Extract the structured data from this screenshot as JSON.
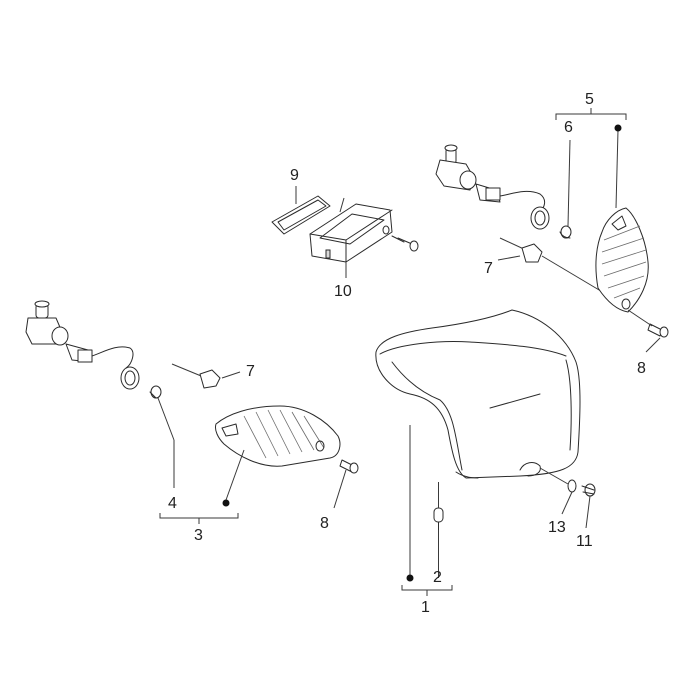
{
  "callouts": {
    "c1": "1",
    "c2": "2",
    "c3": "3",
    "c4": "4",
    "c5": "5",
    "c6": "6",
    "c7_left": "7",
    "c7_right": "7",
    "c8_left": "8",
    "c8_right": "8",
    "c9": "9",
    "c10": "10",
    "c11": "11",
    "c13": "13"
  },
  "colors": {
    "line": "#2b2b2b",
    "marker": "#111111",
    "background": "#ffffff"
  }
}
